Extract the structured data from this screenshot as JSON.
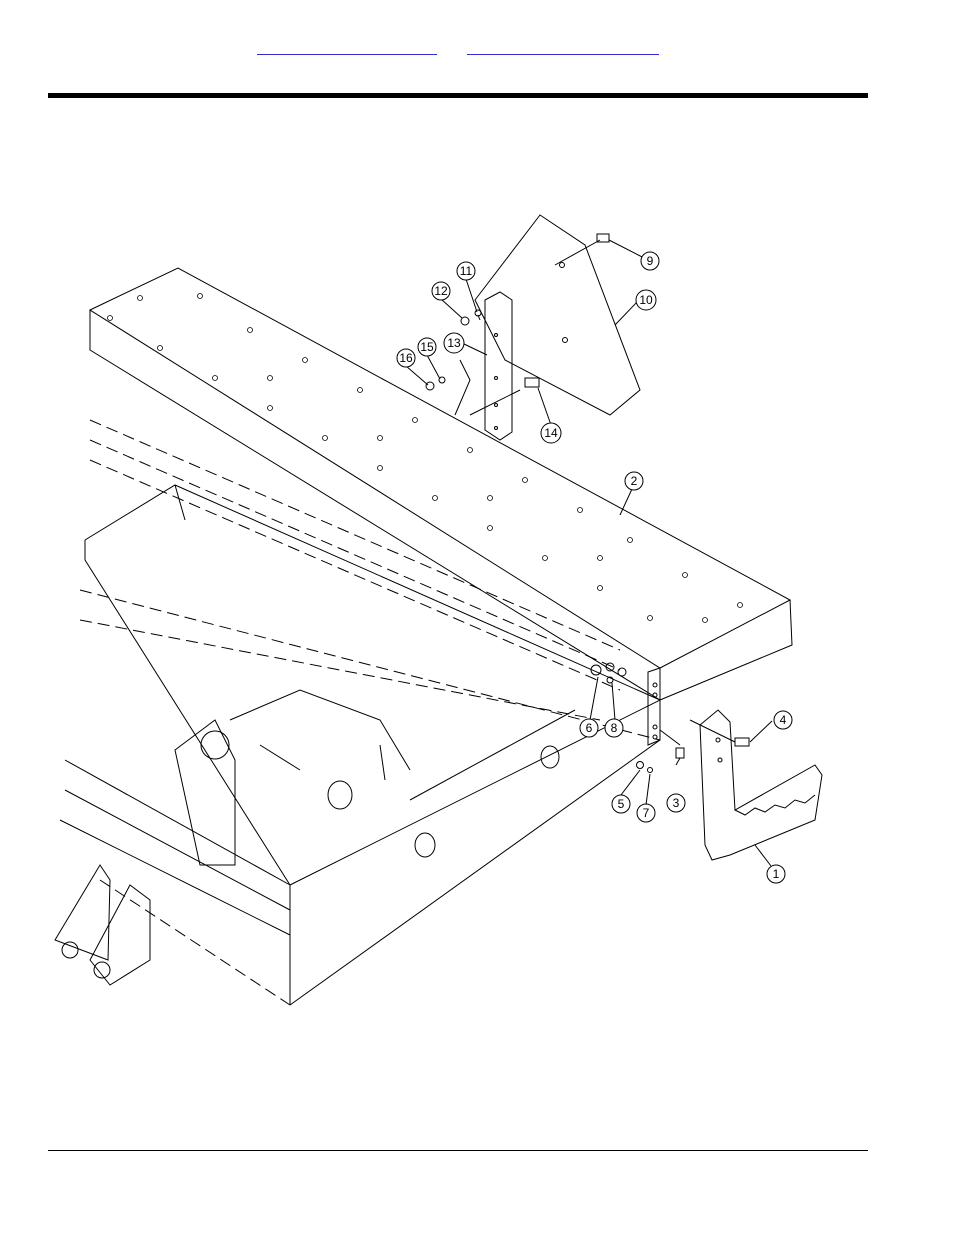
{
  "header": {
    "links": [
      "",
      ""
    ]
  },
  "drawing": {
    "callouts": [
      "1",
      "2",
      "3",
      "4",
      "5",
      "6",
      "7",
      "8",
      "9",
      "10",
      "11",
      "12",
      "13",
      "14",
      "15",
      "16"
    ]
  }
}
